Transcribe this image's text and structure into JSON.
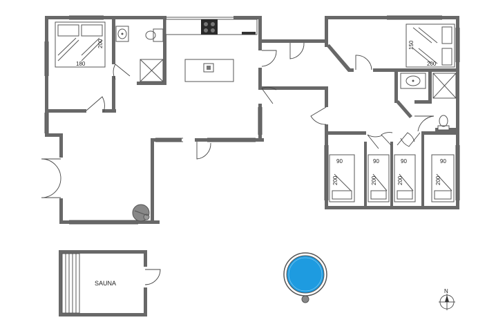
{
  "labels": {
    "bed_master_width": "180",
    "bed_master_length": "200",
    "bed_right_width": "150",
    "bed_right_length": "200",
    "bunk_width": "90",
    "bunk_length": "200",
    "sauna": "SAUNA",
    "compass_north": "N"
  },
  "colors": {
    "wall": "#686868",
    "pool": "#1e9be0",
    "range": "#2a2a2a"
  }
}
